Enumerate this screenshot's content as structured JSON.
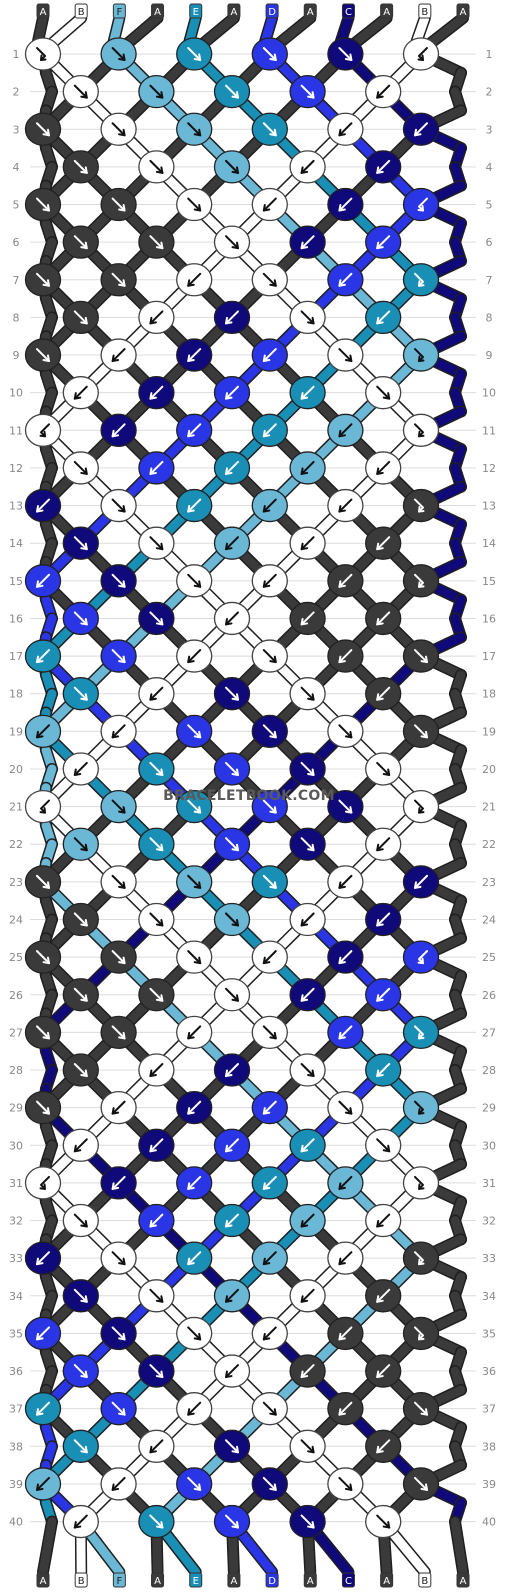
{
  "watermark": "BRACELETBOOK.COM",
  "colors": {
    "A": "#3a3a3a",
    "B": "#ffffff",
    "F": "#6bb7d6",
    "E": "#1a8fb5",
    "D": "#2a35e6",
    "C": "#10097a"
  },
  "arrow_colors": {
    "light": "#111111",
    "dark": "#ffffff"
  },
  "strands_top": [
    "A",
    "B",
    "F",
    "A",
    "E",
    "A",
    "D",
    "A",
    "C",
    "A",
    "B",
    "A"
  ],
  "row_numbers": [
    "1",
    "2",
    "3",
    "4",
    "5",
    "6",
    "7",
    "8",
    "9",
    "10",
    "11",
    "12",
    "13",
    "14",
    "15",
    "16",
    "17",
    "18",
    "19",
    "20",
    "21",
    "22",
    "23",
    "24",
    "25",
    "26",
    "27",
    "28",
    "29",
    "30",
    "31",
    "32",
    "33",
    "34",
    "35",
    "36",
    "37",
    "38",
    "39",
    "40"
  ],
  "knot_rows": [
    "B:fb F:f E:f D:f C:f B:bf",
    "B:f F:f E:f D:f B:b",
    "A:f B:f F:f E:f B:b C:b",
    "A:f B:f F:f B:b C:b",
    "A:f A:f B:f B:b C:b D:bf",
    "A:f A:f B:f C:b D:b",
    "A:f A:f B:b B:f D:b E:fb",
    "A:f B:b C:b B:f E:b",
    "A:f B:b C:b D:b B:f F:fb",
    "B:b C:b D:b E:b B:f",
    "B:bf C:b D:b E:b F:b B:fb",
    "B:f D:b E:b F:b B:b",
    "C:b B:f E:b F:b B:b A:fb",
    "C:f B:f F:b B:b A:b",
    "D:b C:f B:f B:b A:b A:fb",
    "D:f C:f B:b A:b A:b",
    "E:b D:f B:b B:f A:b A:f",
    "E:f B:b C:f B:f A:b",
    "F:b B:b D:f C:f B:f A:f",
    "B:b E:f D:f C:f B:f",
    "B:bf F:f E:f D:f C:f B:fb",
    "F:f E:f D:f C:f B:b",
    "A:f B:f F:f E:f B:b C:b",
    "A:f B:f F:f B:b C:b",
    "A:f A:f B:f B:b C:b D:bf",
    "A:f A:f B:f C:b D:b",
    "A:f A:f B:b B:f D:b E:fb",
    "A:f B:b C:b B:f E:b",
    "A:f B:b C:b D:b B:f F:fb",
    "B:b C:b D:b E:b B:f",
    "B:bf C:b D:b E:b F:b B:fb",
    "B:f D:b E:b F:b B:b",
    "C:b B:f E:b F:b B:b A:fb",
    "C:f B:f F:b B:b A:b",
    "D:b C:f B:f B:b A:b A:fb",
    "D:f C:f B:b A:b A:b",
    "E:b D:f B:b B:f A:b A:f",
    "E:f B:b C:f B:f A:b",
    "F:b B:b D:f C:f B:f A:f",
    "B:b E:f D:f C:f B:f"
  ],
  "strands_bottom": [
    "A",
    "B",
    "F",
    "A",
    "E",
    "A",
    "D",
    "A",
    "C",
    "A",
    "B",
    "A"
  ]
}
